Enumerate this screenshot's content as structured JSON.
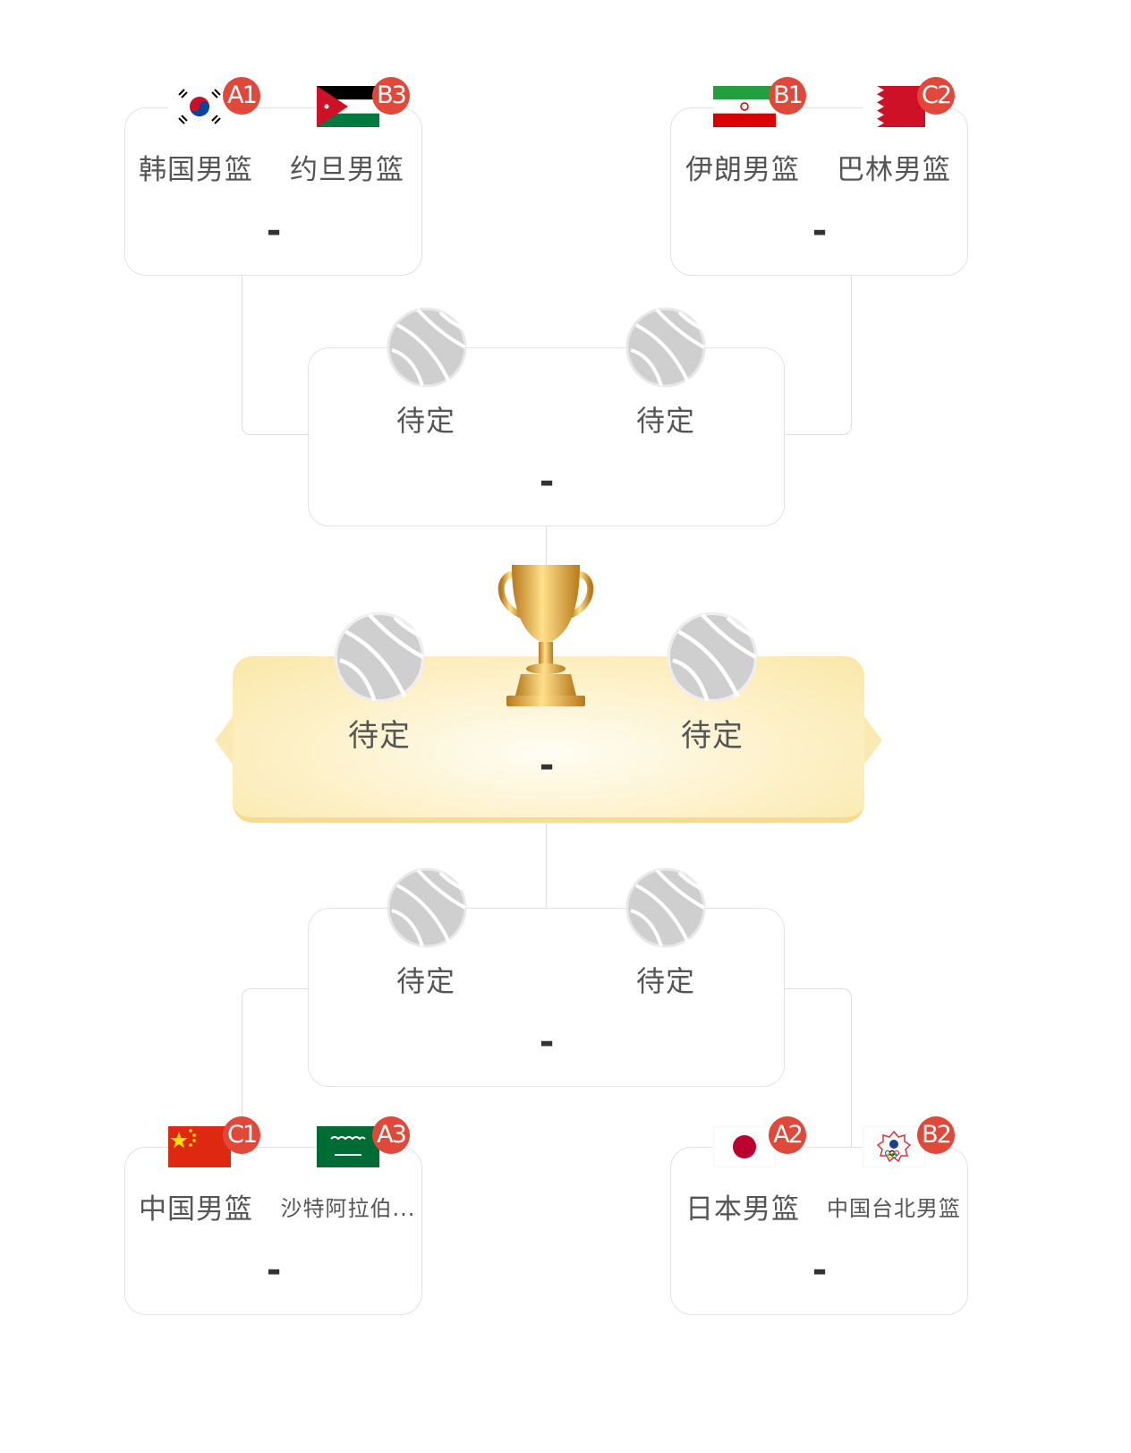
{
  "bracket": {
    "top_left": {
      "team1": {
        "name": "韩国男篮",
        "seed": "A1",
        "flag_icon": "korea-flag-icon"
      },
      "team2": {
        "name": "约旦男篮",
        "seed": "B3",
        "flag_icon": "jordan-flag-icon"
      },
      "score": "-"
    },
    "top_right": {
      "team1": {
        "name": "伊朗男篮",
        "seed": "B1",
        "flag_icon": "iran-flag-icon"
      },
      "team2": {
        "name": "巴林男篮",
        "seed": "C2",
        "flag_icon": "bahrain-flag-icon"
      },
      "score": "-"
    },
    "bottom_left": {
      "team1": {
        "name": "中国男篮",
        "seed": "C1",
        "flag_icon": "china-flag-icon"
      },
      "team2": {
        "name": "沙特阿拉伯...",
        "seed": "A3",
        "flag_icon": "saudi-flag-icon"
      },
      "score": "-"
    },
    "bottom_right": {
      "team1": {
        "name": "日本男篮",
        "seed": "A2",
        "flag_icon": "japan-flag-icon"
      },
      "team2": {
        "name": "中国台北男篮",
        "seed": "B2",
        "flag_icon": "chinese-taipei-flag-icon"
      },
      "score": "-"
    },
    "semi_top": {
      "team1": "待定",
      "team2": "待定",
      "score": "-"
    },
    "semi_bottom": {
      "team1": "待定",
      "team2": "待定",
      "score": "-"
    },
    "final": {
      "team1": "待定",
      "team2": "待定",
      "score": "-",
      "trophy_icon": "trophy-icon"
    },
    "colors": {
      "badge": "#e0483a",
      "final_bg": "#fdf1c8",
      "trophy": "#e0a93a"
    }
  }
}
